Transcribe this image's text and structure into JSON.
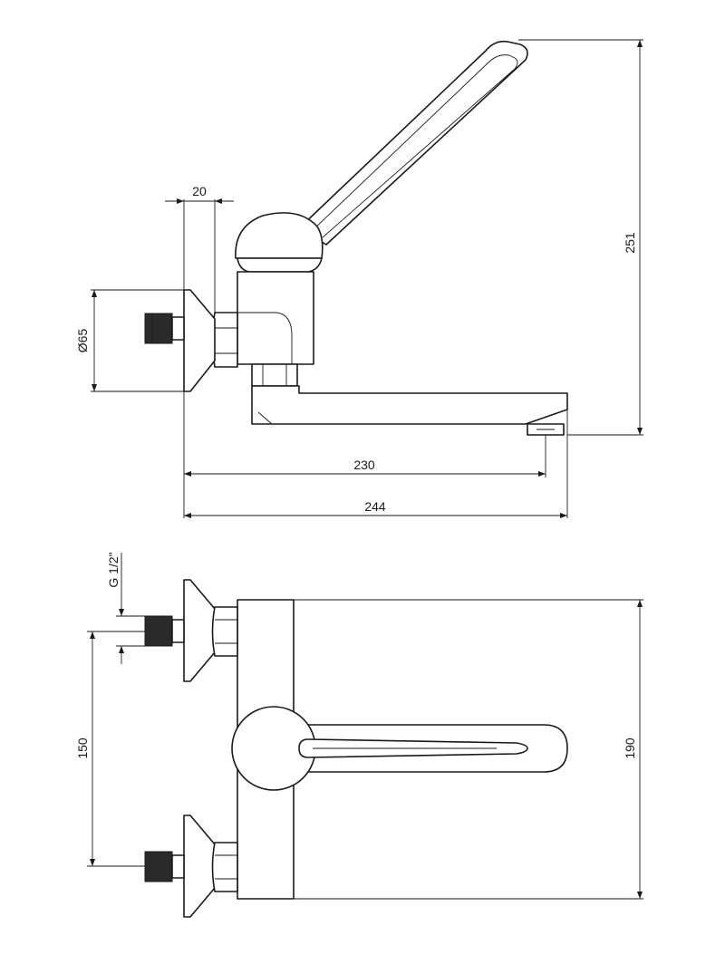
{
  "dimensions": {
    "width_20": "20",
    "diameter_65": "Ø65",
    "height_251": "251",
    "length_230": "230",
    "length_244": "244",
    "thread": "G 1/2\"",
    "spacing_150": "150",
    "height_190": "190"
  }
}
